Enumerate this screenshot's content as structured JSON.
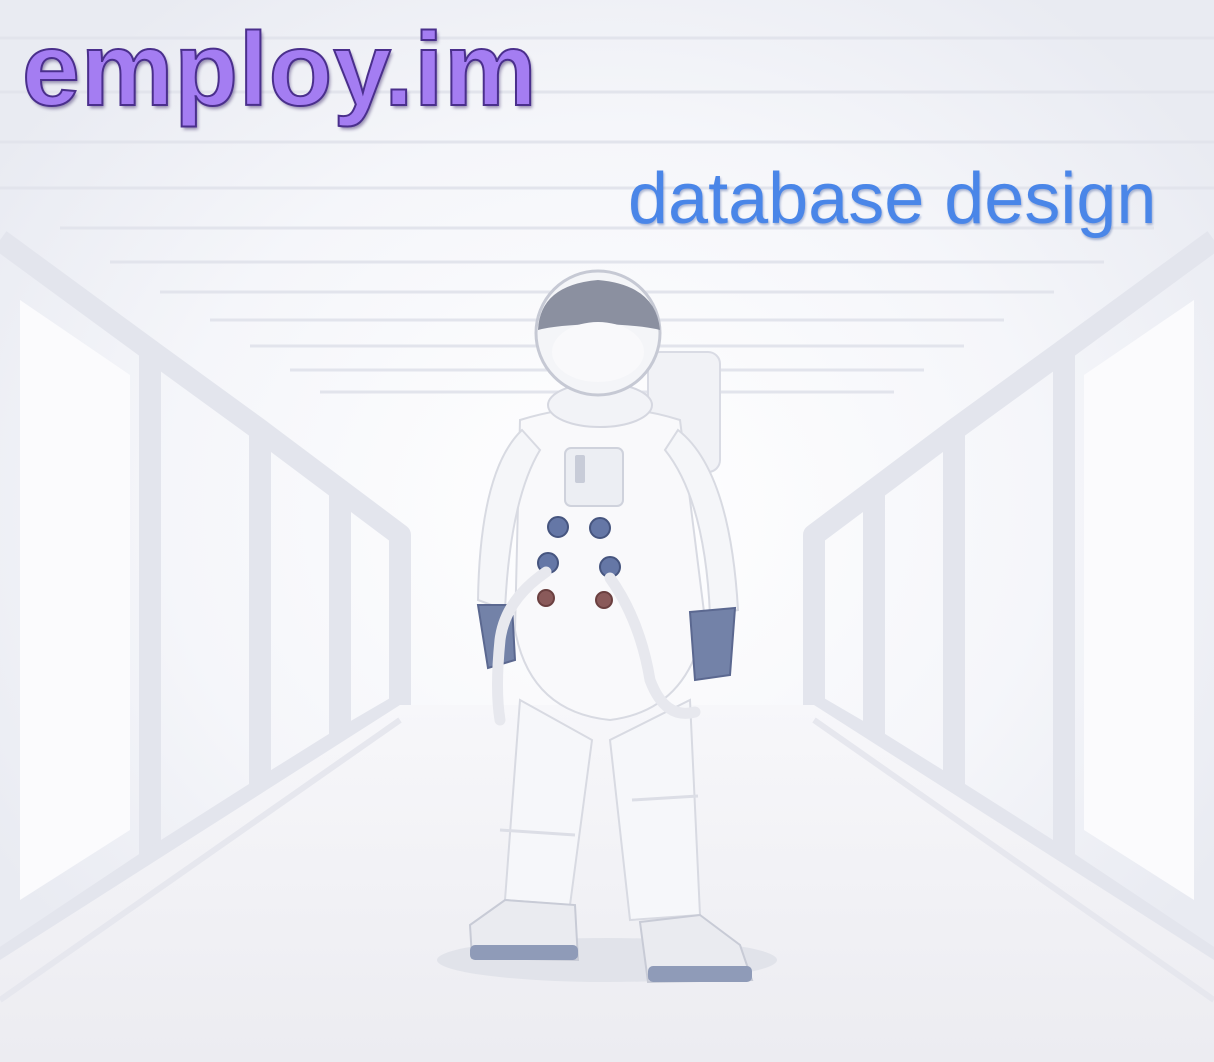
{
  "brand": {
    "logo_text": "employ.im",
    "color": "#a47df2"
  },
  "tagline": {
    "text": "database design",
    "color": "#4a86e8"
  },
  "scene": {
    "subject": "astronaut-figure",
    "setting": "white-corridor"
  },
  "colors": {
    "background": "#f3f4f8",
    "suit": "#ffffff",
    "suit_accent": "#6f7fa6"
  }
}
